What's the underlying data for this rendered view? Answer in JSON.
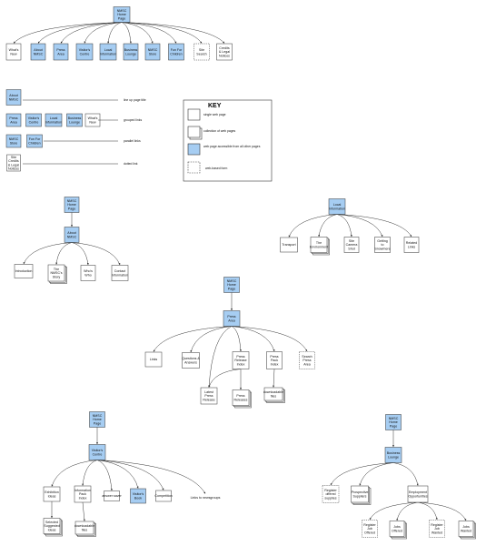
{
  "nodes": {
    "home_top": [
      "NMSC",
      "Home",
      "Page"
    ],
    "whats_new": [
      "What's",
      "New"
    ],
    "about_nmsc": [
      "About",
      "NMSC"
    ],
    "press_area": [
      "Press",
      "Area"
    ],
    "visitors_centre": [
      "Visitor's",
      "Centre"
    ],
    "local_information": [
      "Local",
      "Information"
    ],
    "business_lounge": [
      "Business",
      "Lounge"
    ],
    "nmsc_store": [
      "NMSC",
      "Store"
    ],
    "fun_for_children": [
      "Fun For",
      "Children"
    ],
    "site_search": [
      "Site",
      "Search"
    ],
    "credits_legal": [
      "Credits",
      "& Legal",
      "Notices"
    ],
    "key_a1": [
      "About",
      "NMSC"
    ],
    "key_b1": [
      "Press",
      "Area"
    ],
    "key_b2": [
      "Visitor's",
      "Centre"
    ],
    "key_b3": [
      "Local",
      "Information"
    ],
    "key_b4": [
      "Business",
      "Lounge"
    ],
    "key_b5": [
      "What's",
      "New"
    ],
    "key_c1": [
      "NMSC",
      "Store"
    ],
    "key_c2": [
      "Fun For",
      "Children"
    ],
    "key_d1": [
      "Site",
      "Credits",
      "& Legal",
      "Notices"
    ],
    "about_home": [
      "NMSC",
      "Home",
      "Page"
    ],
    "about_hub": [
      "About",
      "NMSC"
    ],
    "introduction": [
      "Introduction"
    ],
    "nmsc_story": [
      "The",
      "NMSC's",
      "Story"
    ],
    "whos_who": [
      "Who's",
      "Who"
    ],
    "contact_information": [
      "Contact",
      "Information"
    ],
    "local_hub": [
      "Local",
      "Information"
    ],
    "transport": [
      "Transport"
    ],
    "the_environment": [
      "The",
      "Environment"
    ],
    "site_camera_shot": [
      "Site",
      "Camera",
      "Shot"
    ],
    "getting_to_snowmere": [
      "Getting",
      "to",
      "Snowmere"
    ],
    "related_links": [
      "Related",
      "Links"
    ],
    "press_home": [
      "NMSC",
      "Home",
      "Page"
    ],
    "press_hub": [
      "Press",
      "Area"
    ],
    "links": [
      "Links"
    ],
    "questions_answers": [
      "Questions &",
      "Answers"
    ],
    "press_release_index": [
      "Press",
      "Release",
      "Index"
    ],
    "press_pack_index": [
      "Press",
      "Pack",
      "Index"
    ],
    "search_press_area": [
      "Search",
      "Press",
      "Area"
    ],
    "latest_press_release": [
      "Latest",
      "Press",
      "Release"
    ],
    "press_releases": [
      "Press",
      "Releases"
    ],
    "downloadable_files_press": [
      "downloadable",
      "files"
    ],
    "visitors_home": [
      "NMSC",
      "Home",
      "Page"
    ],
    "visitors_hub": [
      "Visitor's",
      "Centre"
    ],
    "exhibition_ideas": [
      "Exhibition",
      "Ideas"
    ],
    "information_pack_index": [
      "Information",
      "Pack",
      "Index"
    ],
    "answer_saver": [
      "answer saver"
    ],
    "visitors_book": [
      "Visitor's",
      "Book"
    ],
    "competition": [
      "Competition"
    ],
    "links_to_newsgroups": [
      "Links to newsgroups"
    ],
    "selected_suggested_ideas": [
      "Selected",
      "Suggested",
      "Ideas"
    ],
    "downloadable_files_info": [
      "downloadable",
      "files"
    ],
    "business_home": [
      "NMSC",
      "Home",
      "Page"
    ],
    "business_hub": [
      "Business",
      "Lounge"
    ],
    "register_offered_supplies": [
      "Register",
      "offered",
      "supplies"
    ],
    "prospective_suppliers": [
      "Prospective",
      "Suppliers"
    ],
    "employment_opportunities": [
      "Employment",
      "Opportunities"
    ],
    "register_job_offered": [
      "Register",
      "Job",
      "Offered"
    ],
    "jobs_offered": [
      "Jobs",
      "Offered"
    ],
    "register_job_wanted": [
      "Register",
      "Job",
      "Wanted"
    ],
    "jobs_wanted": [
      "Jobs",
      "Wanted"
    ]
  },
  "legend": {
    "lines": {
      "top_page_title": "line up page title",
      "grouped_pages": "grouped links",
      "parallel_links": "parallel links",
      "dotted_link": "dotted link"
    },
    "key": {
      "title": "KEY",
      "single_web_page": "single web page",
      "collection_of_web_pages": "collection of web pages",
      "accessible_from_all": "web page accessible from all other pages",
      "web_based_form": "web-based form"
    }
  },
  "colors": {
    "accent_fill": "#a6cdf2",
    "plain_fill": "#ffffff",
    "stroke": "#333333"
  }
}
